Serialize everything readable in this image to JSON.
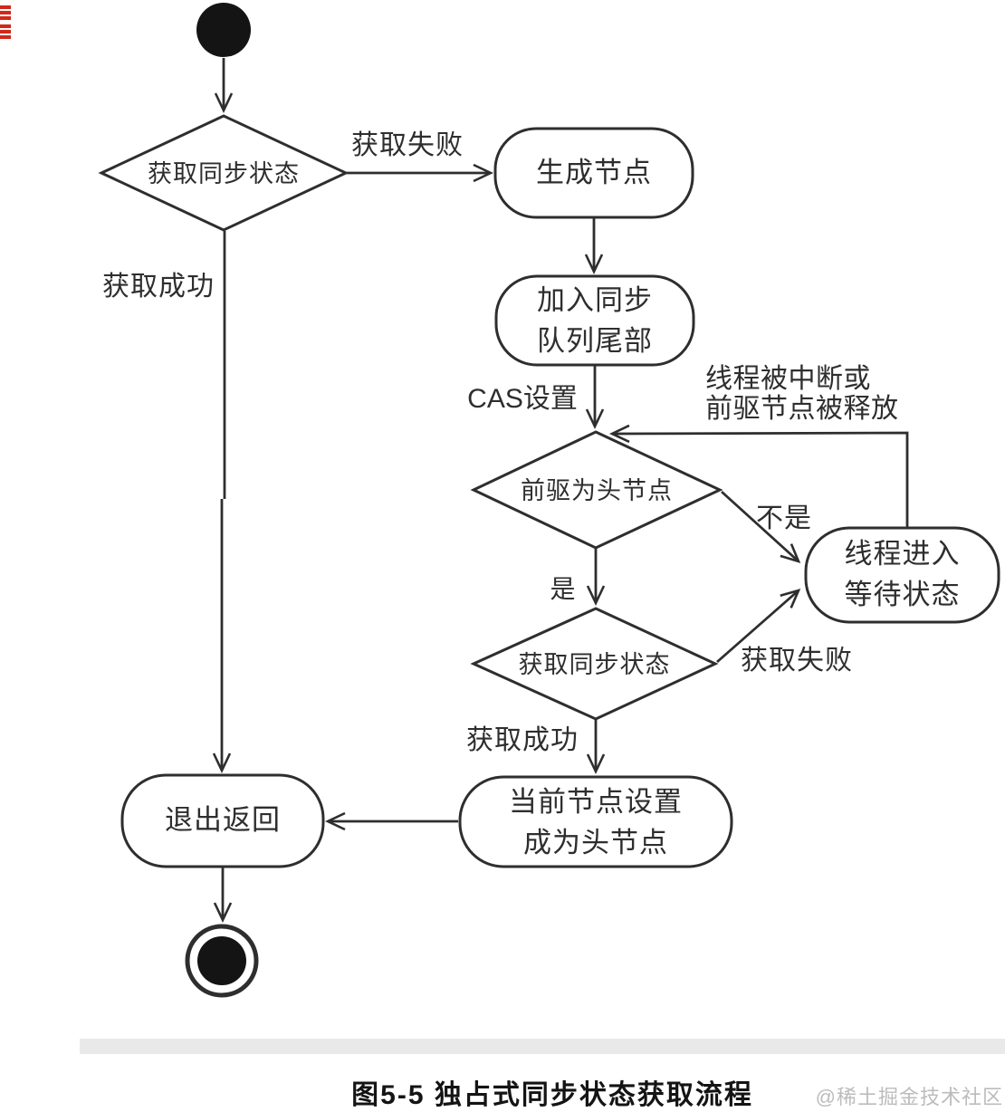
{
  "page": {
    "caption": "图5-5  独占式同步状态获取流程",
    "watermark": "@稀土掘金技术社区"
  },
  "nodes": {
    "decision_acquire_1": {
      "label": "获取同步状态"
    },
    "generate_node": {
      "label": "生成节点"
    },
    "enqueue": {
      "lines": [
        "加入同步",
        "队列尾部"
      ]
    },
    "decision_predecessor_head": {
      "label": "前驱为头节点"
    },
    "thread_wait": {
      "lines": [
        "线程进入",
        "等待状态"
      ]
    },
    "decision_acquire_2": {
      "label": "获取同步状态"
    },
    "set_head": {
      "lines": [
        "当前节点设置",
        "成为头节点"
      ]
    },
    "exit_return": {
      "label": "退出返回"
    }
  },
  "edge_labels": {
    "acquire_fail_top": "获取失败",
    "acquire_success_left": "获取成功",
    "cas_set": "CAS设置",
    "wake_lines": [
      "线程被中断或",
      "前驱节点被释放"
    ],
    "no": "不是",
    "yes": "是",
    "acquire_fail_right": "获取失败",
    "acquire_success_mid": "获取成功"
  },
  "colors": {
    "ink": "#2e2e2e",
    "band": "#e9e9e9",
    "watermark_gray": "#bcbcbc",
    "red_edge_mark": "#d0291c"
  }
}
